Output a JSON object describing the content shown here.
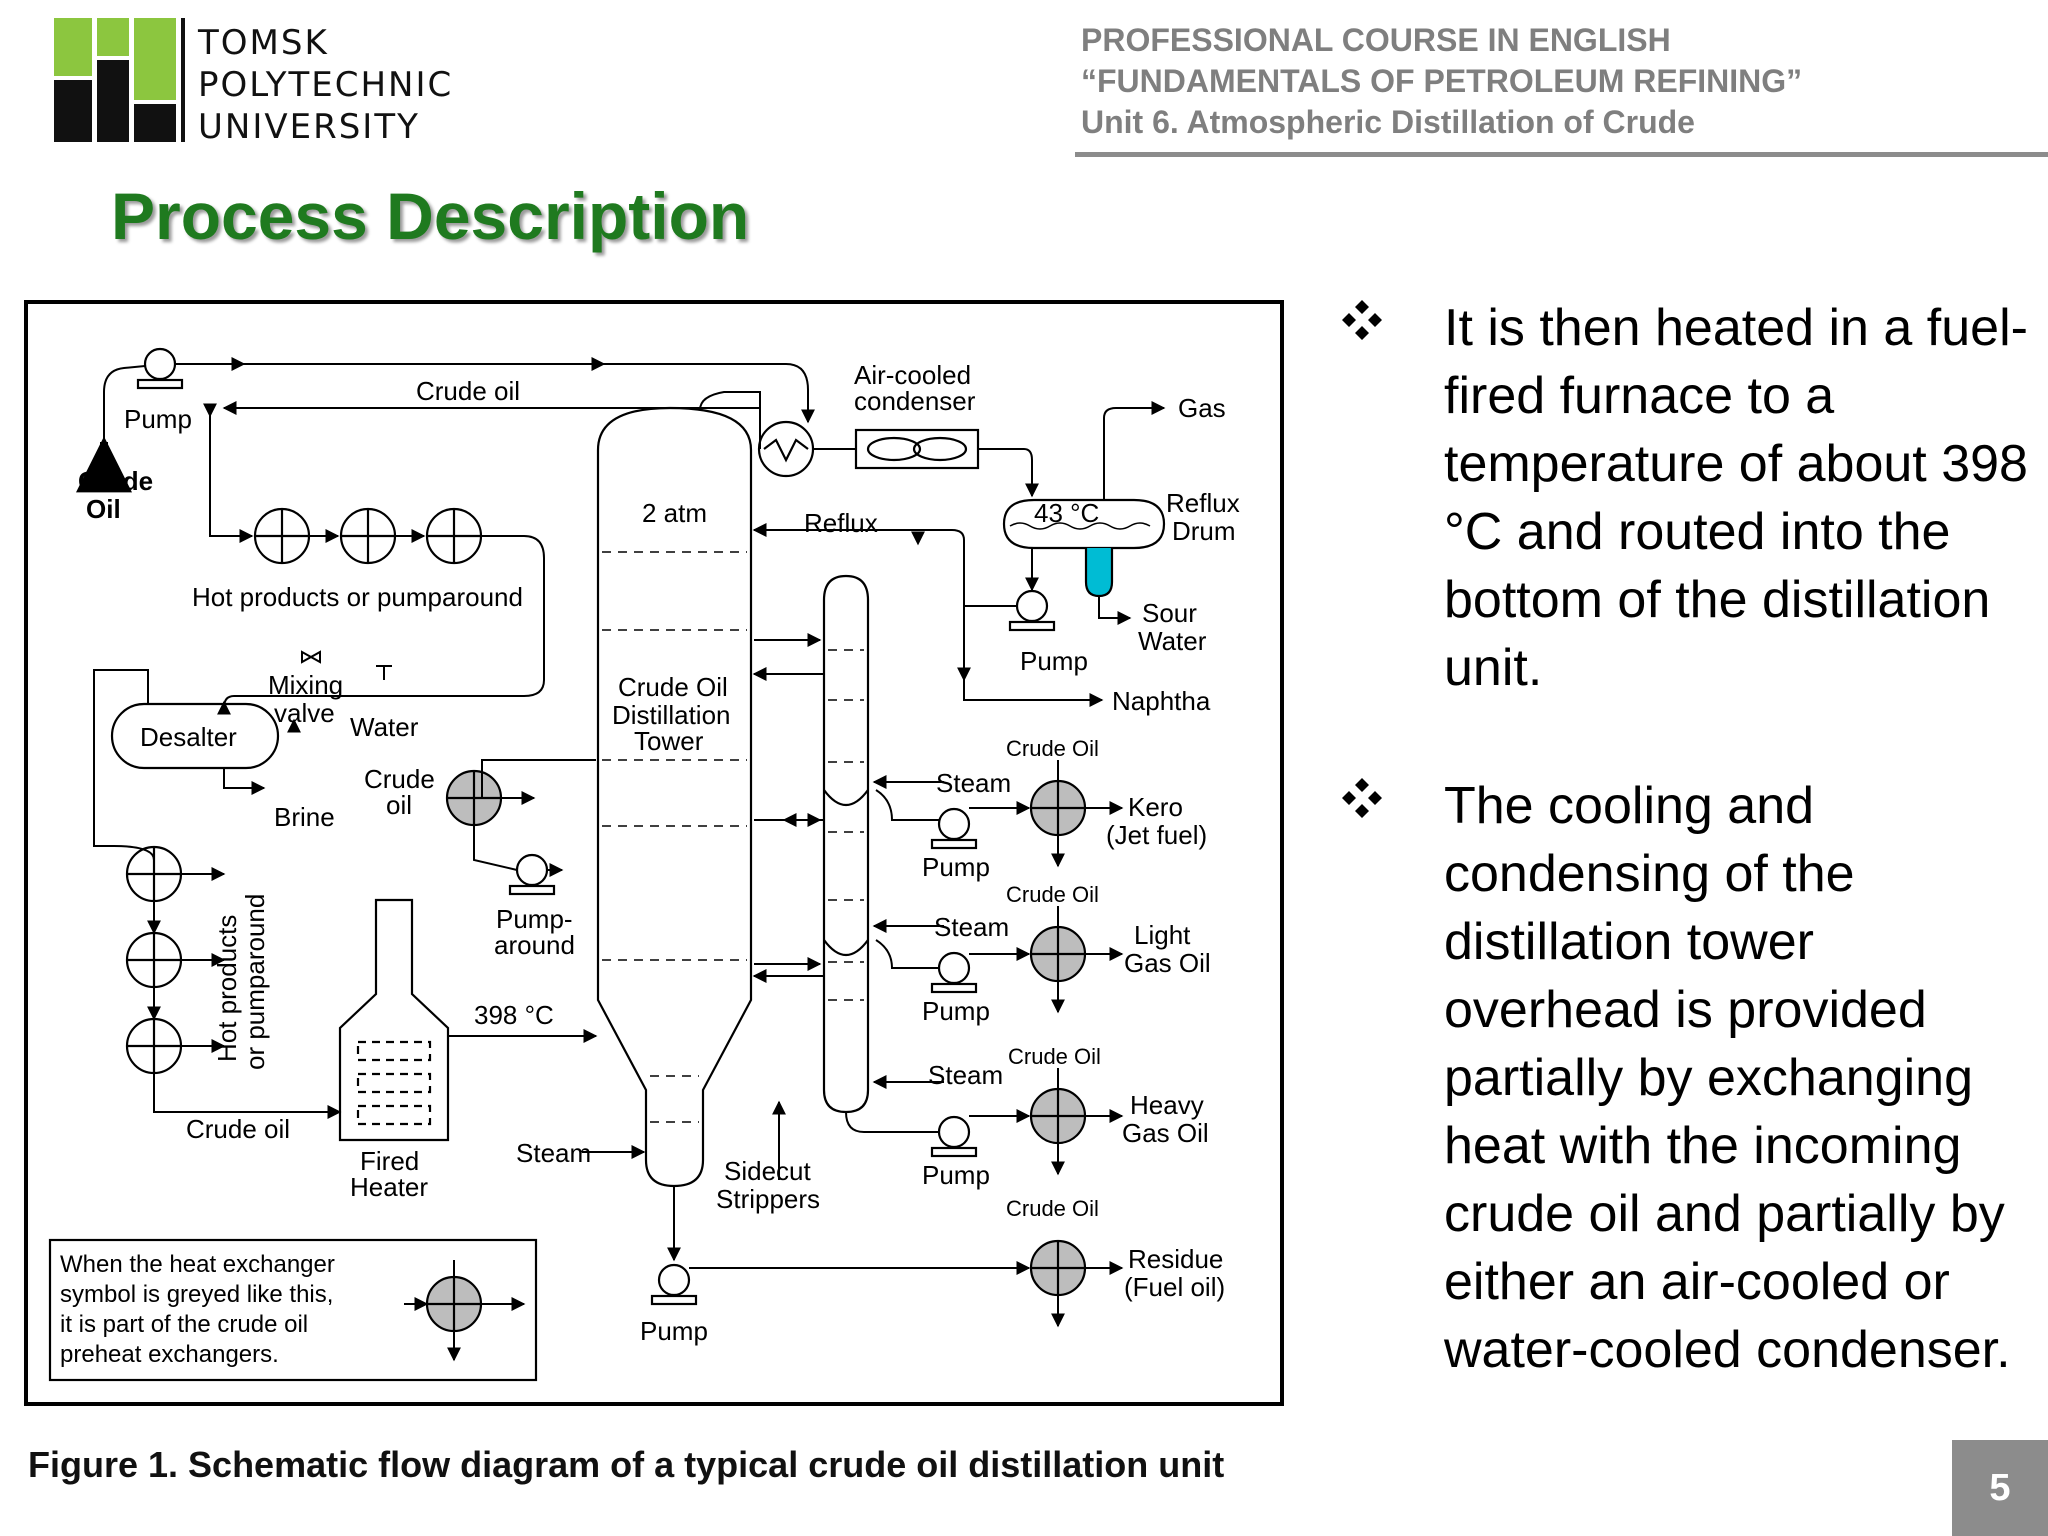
{
  "header": {
    "university_lines": [
      "TOMSK",
      "POLYTECHNIC",
      "UNIVERSITY"
    ],
    "course_lines": [
      "PROFESSIONAL COURSE IN ENGLISH",
      "“FUNDAMENTALS OF PETROLEUM REFINING”",
      "Unit 6. Atmospheric Distillation of Crude"
    ],
    "logo_colors": {
      "green": "#8cc63f",
      "black": "#111111"
    }
  },
  "slide": {
    "title": "Process Description",
    "caption": "Figure 1. Schematic flow diagram of a typical crude oil distillation unit",
    "page_number": "5",
    "bullets": [
      {
        "text": "It is then heated in a fuel-fired furnace to a temperature of about 398 °C and routed into the bottom of the distillation unit."
      },
      {
        "text": "The cooling and condensing of the distillation tower overhead is provided partially by exchanging heat with the incoming crude oil and partially by either an air-cooled or water-cooled condenser."
      }
    ],
    "colors": {
      "title_green": "#1f7a1f",
      "header_gray": "#7f7f7f",
      "sour_water_cyan": "#00bcd4",
      "exchanger_grey": "#bdbdbd"
    }
  },
  "diagram": {
    "labels": {
      "pump": "Pump",
      "crude": "Crude",
      "oil": "Oil",
      "crude_oil": "Crude oil",
      "air_cooled": "Air-cooled",
      "condenser": "condenser",
      "gas": "Gas",
      "reflux": "Reflux",
      "drum": "Drum",
      "drum_temp": "43 °C",
      "sour": "Sour",
      "water_cap": "Water",
      "two_atm": "2 atm",
      "hot_products": "Hot products or pumparound",
      "mixing": "Mixing",
      "valve": "valve",
      "water": "Water",
      "desalter": "Desalter",
      "brine": "Brine",
      "crude_lower": "Crude",
      "oil_lower": "oil",
      "tower_1": "Crude Oil",
      "tower_2": "Distillation",
      "tower_3": "Tower",
      "naphtha": "Naphtha",
      "crude_oil_cap": "Crude Oil",
      "steam_cap": "Steam",
      "kero": "Kero",
      "jet_fuel": "(Jet fuel)",
      "light": "Light",
      "gas_oil": "Gas Oil",
      "heavy": "Heavy",
      "pump_around_1": "Pump-",
      "pump_around_2": "around",
      "hot_vertical_1": "Hot products",
      "hot_vertical_2": "or pumparound",
      "temp_398": "398 °C",
      "fired": "Fired",
      "heater": "Heater",
      "sidecut": "Sidecut",
      "strippers": "Strippers",
      "residue": "Residue",
      "fuel_oil": "(Fuel oil)",
      "legend_1": "When the heat exchanger",
      "legend_2": "symbol is greyed like this,",
      "legend_3": "it is part of the crude oil",
      "legend_4": "preheat exchangers."
    }
  }
}
